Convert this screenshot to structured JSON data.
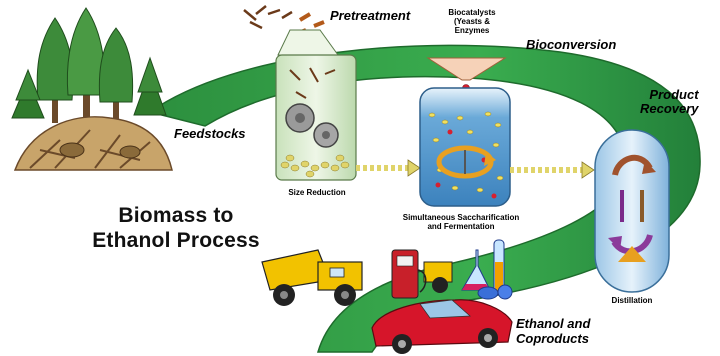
{
  "title": {
    "line1": "Biomass to",
    "line2": "Ethanol Process"
  },
  "stages": {
    "feedstocks": "Feedstocks",
    "pretreatment": "Pretreatment",
    "bioconversion": "Bioconversion",
    "product_recovery": {
      "line1": "Product",
      "line2": "Recovery"
    },
    "ethanol": {
      "line1": "Ethanol and",
      "line2": "Coproducts"
    }
  },
  "steps": {
    "size_reduction": "Size Reduction",
    "ssf": {
      "line1": "Simultaneous Saccharification",
      "line2": "and Fermentation"
    },
    "distillation": "Distillation",
    "biocatalysts": {
      "line1": "Biocatalysts",
      "line2": "(Yeasts &",
      "line3": "Enzymes"
    }
  },
  "colors": {
    "ribbon": "#2f9e45",
    "ribbon_dark": "#1e6b2c",
    "tree": "#3d8b3a",
    "vessel": "#d9ead0",
    "tank_liquid": "#4a90c8",
    "car": "#d6152a",
    "truck": "#f2c200"
  }
}
